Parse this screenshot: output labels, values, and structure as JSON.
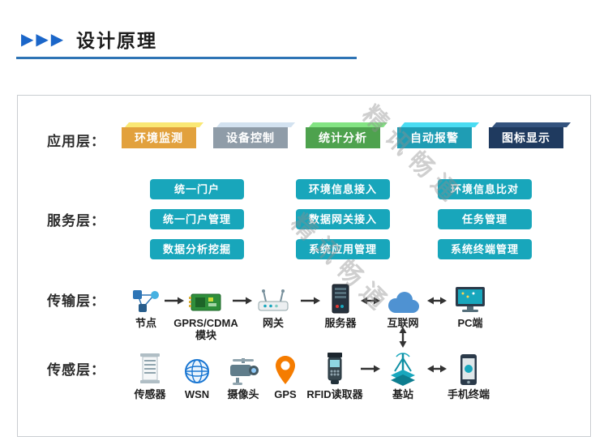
{
  "header": {
    "arrow_glyph": "▶▶▶",
    "title": "设计原理"
  },
  "watermark": {
    "text": "精讯畅通"
  },
  "colors": {
    "header_accent": "#1b66c9",
    "underline": "#2e74b5",
    "service_button": "#18a6bb",
    "arrow": "#333333"
  },
  "layers": {
    "application": {
      "label": "应用层：",
      "items": [
        {
          "label": "环境监测",
          "color": "#e2a13d"
        },
        {
          "label": "设备控制",
          "color": "#8f9ca8"
        },
        {
          "label": "统计分析",
          "color": "#4ea24e"
        },
        {
          "label": "自动报警",
          "color": "#1f9db4"
        },
        {
          "label": "图标显示",
          "color": "#1f3a5f"
        }
      ]
    },
    "service": {
      "label": "服务层：",
      "buttons": [
        [
          "统一门户",
          "统一门户管理",
          "数据分析挖掘"
        ],
        [
          "环境信息接入",
          "数据网关接入",
          "系统应用管理"
        ],
        [
          "环境信息比对",
          "任务管理",
          "系统终端管理"
        ]
      ]
    },
    "transport": {
      "label": "传输层：",
      "nodes": [
        {
          "label": "节点",
          "icon": "nodes-icon"
        },
        {
          "label": "GPRS/CDMA",
          "label2": "模块",
          "icon": "gprs-module-icon"
        },
        {
          "label": "网关",
          "icon": "gateway-icon"
        },
        {
          "label": "服务器",
          "icon": "server-icon"
        },
        {
          "label": "互联网",
          "icon": "internet-cloud-icon"
        },
        {
          "label": "PC端",
          "icon": "pc-monitor-icon"
        }
      ]
    },
    "sensor": {
      "label": "传感层：",
      "nodes": [
        {
          "label": "传感器",
          "icon": "sensor-icon"
        },
        {
          "label": "WSN",
          "icon": "wsn-globe-icon"
        },
        {
          "label": "摄像头",
          "icon": "camera-icon"
        },
        {
          "label": "GPS",
          "icon": "gps-pin-icon"
        },
        {
          "label": "RFID读取器",
          "icon": "rfid-reader-icon"
        },
        {
          "label": "基站",
          "icon": "base-station-icon"
        },
        {
          "label": "手机终端",
          "icon": "mobile-phone-icon"
        }
      ]
    }
  }
}
